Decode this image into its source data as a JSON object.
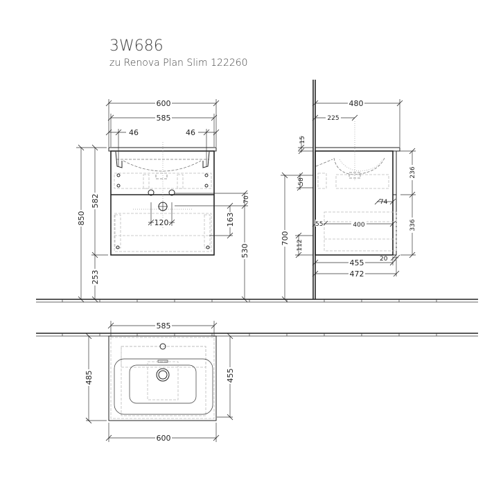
{
  "header": {
    "product_code": "3W686",
    "subtitle": "zu Renova Plan Slim 122260"
  },
  "front_view": {
    "width_overall": "600",
    "width_cabinet": "585",
    "inset_left": "46",
    "inset_right": "46",
    "height_total": "850",
    "height_cabinet": "582",
    "height_floor_clearance": "253",
    "height_to_drain": "530",
    "drain_offset_top": "70",
    "drain_spacing": "120",
    "drawer_dim": "163"
  },
  "side_view": {
    "depth_overall": "480",
    "depth_center_drain": "225",
    "top_thickness": "15",
    "upper_drawer_height": "236",
    "lower_drawer_height": "336",
    "rail_height": "58",
    "drawer_offset_74": "74",
    "offset_55": "55",
    "drawer_depth": "400",
    "bottom_height": "112",
    "height_to_top": "700",
    "front_thickness": "20",
    "depth_cabinet": "455",
    "depth_total": "472"
  },
  "top_view": {
    "width_cabinet": "585",
    "width_overall": "600",
    "depth_overall": "485",
    "depth_cabinet": "455"
  },
  "colors": {
    "line": "#222222",
    "hidden_line": "#777777",
    "title": "#444444"
  }
}
